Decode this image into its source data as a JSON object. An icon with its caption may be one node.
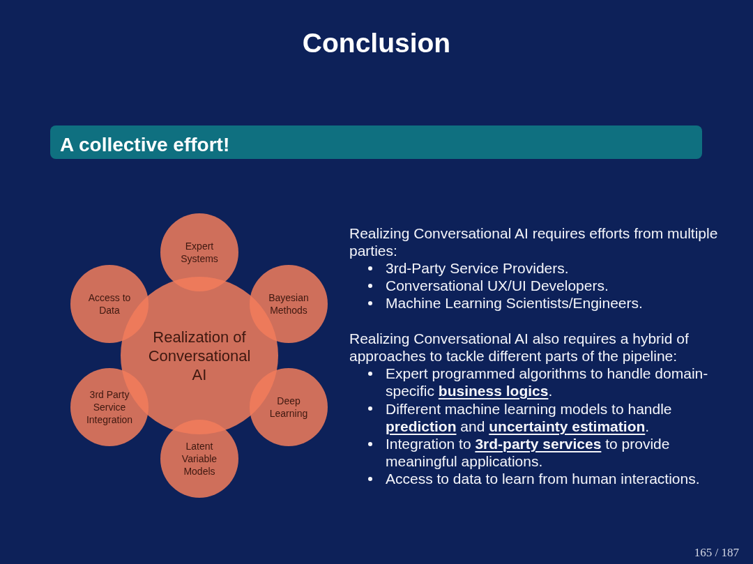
{
  "diagram": {
    "title": "Conclusion",
    "nodes": [
      {
        "text": [
          "A collective effort!"
        ]
      },
      {
        "text": [
          "Expert Systems"
        ]
      },
      {
        "text": [
          "Access to Data"
        ]
      },
      {
        "text": [
          "Bayesian Methods"
        ]
      },
      {
        "text": [
          "Realization of Conversational AI"
        ]
      },
      {
        "text": [
          "3rd Party Service Integration"
        ]
      },
      {
        "text": [
          "Deep Learning"
        ]
      },
      {
        "text": [
          "Latent Variable Models"
        ]
      }
    ],
    "labels": [
      "Realizing Conversational AI requires efforts from multiple parties:",
      "3rd-Party Service Providers.",
      "Conversational UX/UI Developers.",
      "Machine Learning Scientists/Engineers.",
      "Realizing Conversational AI also requires a hybrid of approaches to tackle different parts of the pipeline:",
      "Expert programmed algorithms to handle domain-specific **business logics**.",
      "Different machine learning models to handle **prediction** and **uncertainty estimation**.",
      "Integration to **3rd-party services** to provide meaningful applications.",
      "Access to data to learn from human interactions.",
      "165 / 187"
    ]
  }
}
